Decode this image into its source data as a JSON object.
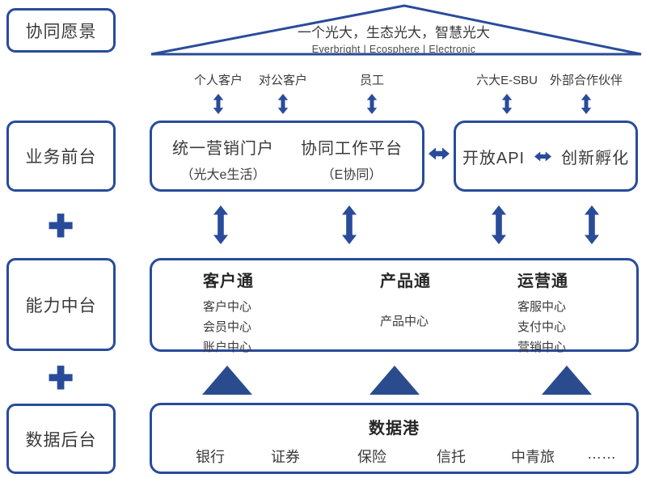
{
  "colors": {
    "navy": "#294B9A",
    "text": "#3A3A3A",
    "heading": "#262626",
    "background": "#FFFFFF"
  },
  "left_rail": {
    "vision": "协同愿景",
    "front": "业务前台",
    "middle": "能力中台",
    "back": "数据后台",
    "plus": "+"
  },
  "roof": {
    "title": "一个光大，生态光大，智慧光大",
    "subtitle": "Everbright | Ecosphere | Electronic"
  },
  "actors": [
    "个人客户",
    "对公客户",
    "员工",
    "六大E-SBU",
    "外部合作伙伴"
  ],
  "front_row": {
    "portal_title": "统一营销门户",
    "portal_sub": "（光大e生活）",
    "collab_title": "协同工作平台",
    "collab_sub": "（E协同）",
    "open_api": "开放API",
    "incubation": "创新孵化"
  },
  "middle_row": {
    "columns": [
      {
        "header": "客户通",
        "items": [
          "客户中心",
          "会员中心",
          "账户中心"
        ]
      },
      {
        "header": "产品通",
        "items": [
          "产品中心"
        ]
      },
      {
        "header": "运营通",
        "items": [
          "客服中心",
          "支付中心",
          "营销中心"
        ]
      }
    ]
  },
  "back_row": {
    "title": "数据港",
    "industries": [
      "银行",
      "证券",
      "保险",
      "信托",
      "中青旅",
      "……"
    ]
  }
}
